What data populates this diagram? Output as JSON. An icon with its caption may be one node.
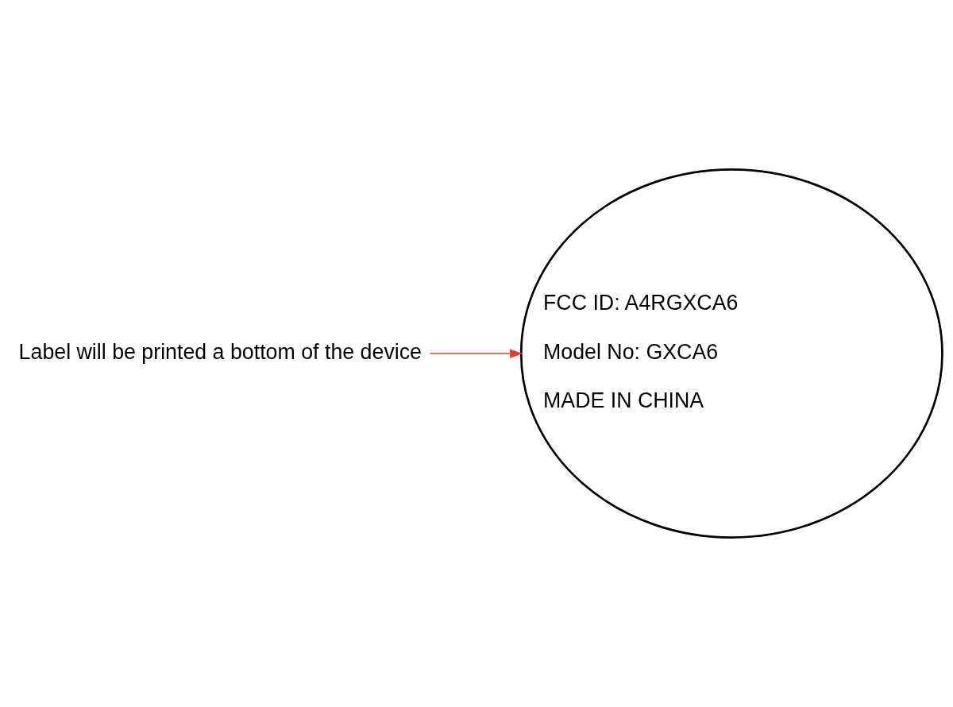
{
  "diagram": {
    "nodes": [
      {
        "text": [
          "FCC ID: A4RGXCA6",
          "Model No: GXCA6",
          "MADE IN CHINA"
        ]
      },
      {
        "text": [
          "Label will be printed a bottom of the device"
        ]
      }
    ],
    "edges": [
      {
        "from": 1,
        "to": 0,
        "arrow": "to",
        "color": "#e2402f"
      }
    ]
  }
}
